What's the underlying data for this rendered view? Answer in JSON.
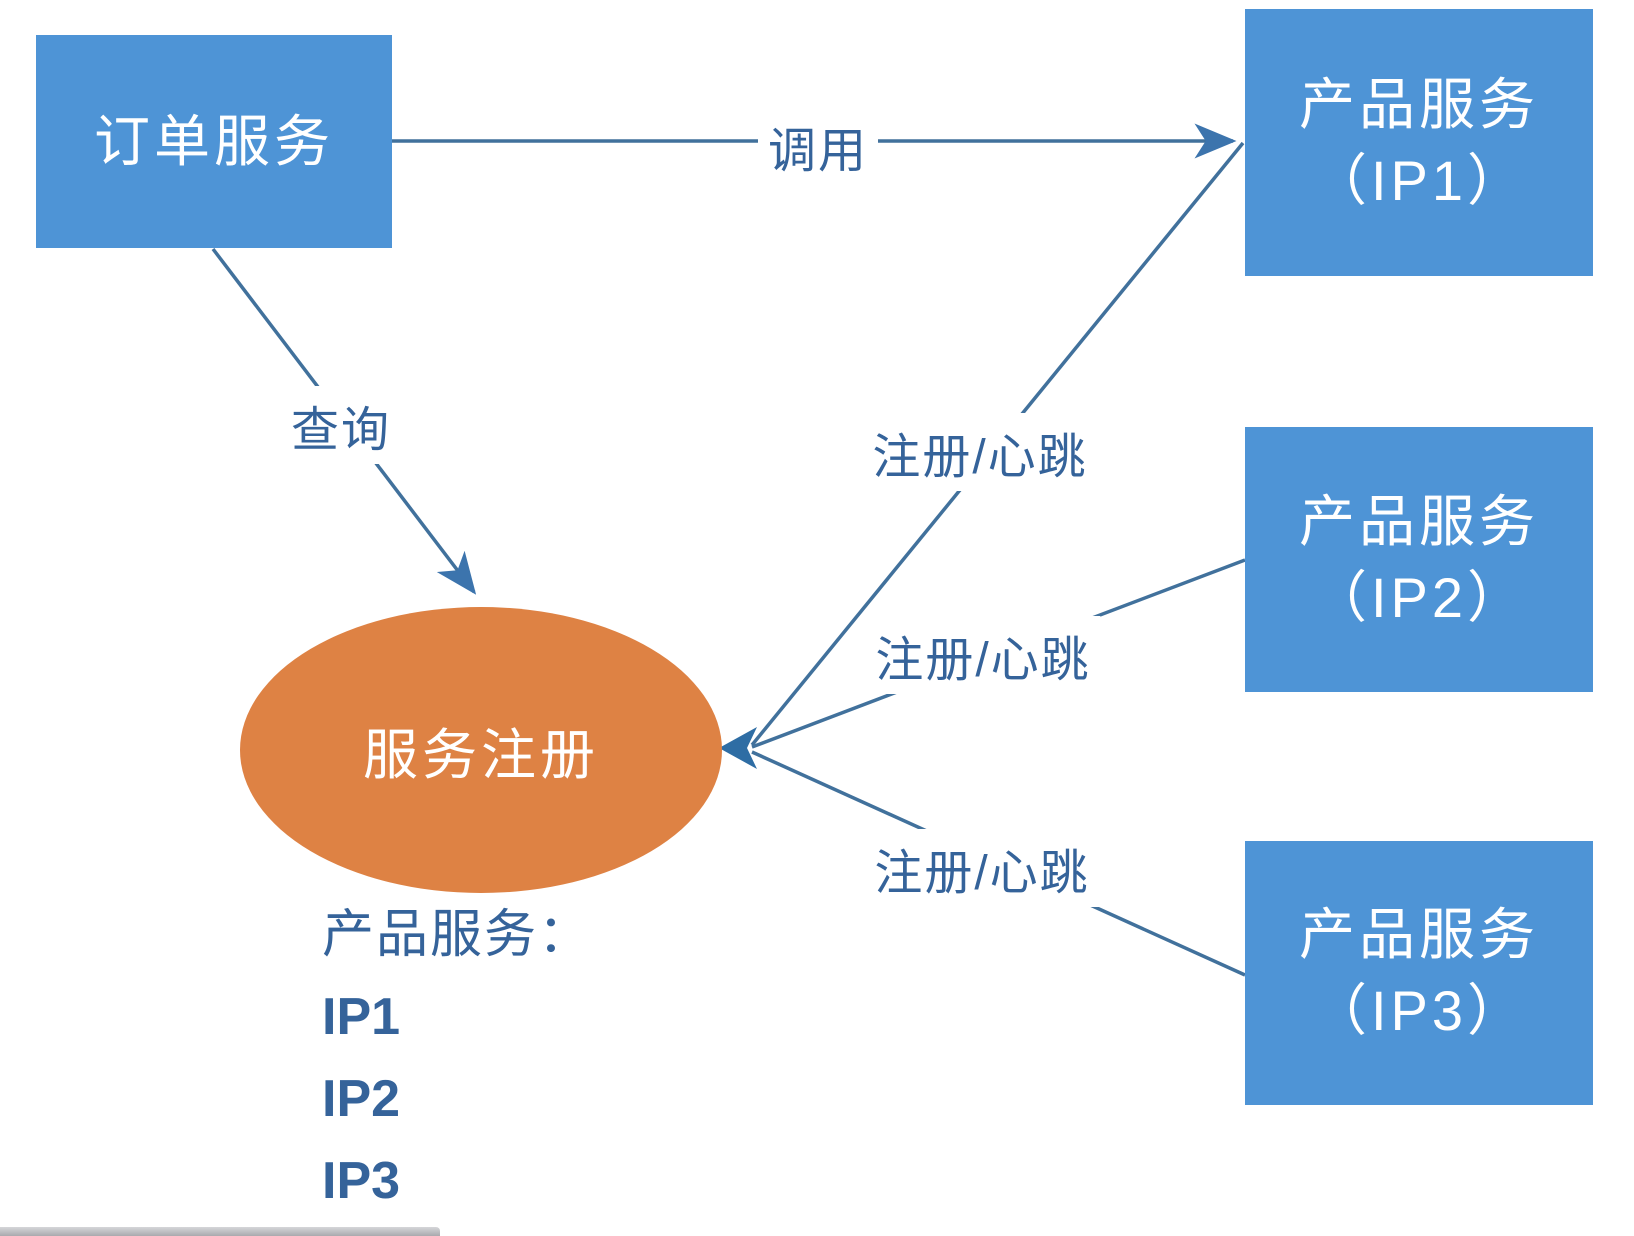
{
  "diagram": {
    "nodes": {
      "order": {
        "label": "订单服务"
      },
      "ip1": {
        "line1": "产品服务",
        "line2": "（IP1）"
      },
      "ip2": {
        "line1": "产品服务",
        "line2": "（IP2）"
      },
      "ip3": {
        "line1": "产品服务",
        "line2": "（IP3）"
      },
      "registry": {
        "label": "服务注册"
      }
    },
    "edge_labels": {
      "call": "调用",
      "query": "查询",
      "register1": "注册/心跳",
      "register2": "注册/心跳",
      "register3": "注册/心跳"
    },
    "registry_list": {
      "title": "产品服务：",
      "items": [
        "IP1",
        "IP2",
        "IP3"
      ]
    },
    "colors": {
      "node_fill": "#4E94D6",
      "node_text": "#FFFFFF",
      "registry_fill": "#DE8244",
      "edge_line": "#41719C",
      "arrowhead": "#3C74AD",
      "label_text": "#35639A"
    }
  }
}
